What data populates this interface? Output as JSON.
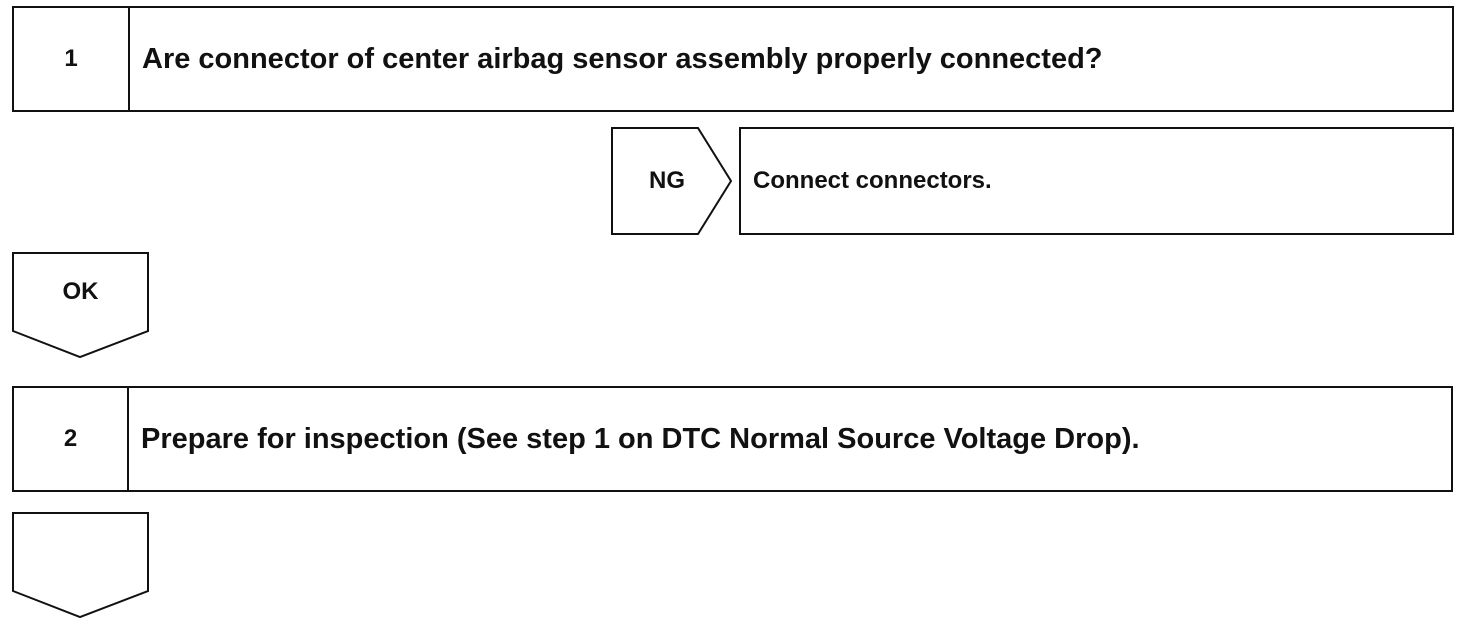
{
  "steps": [
    {
      "number": "1",
      "text": "Are connector of center airbag sensor assembly properly connected?"
    },
    {
      "number": "2",
      "text": "Prepare for inspection (See step 1 on DTC Normal Source Voltage Drop)."
    }
  ],
  "branch_ng": {
    "label": "NG",
    "action": "Connect connectors."
  },
  "branch_ok": {
    "label": "OK"
  },
  "branch_next": {
    "label": ""
  }
}
